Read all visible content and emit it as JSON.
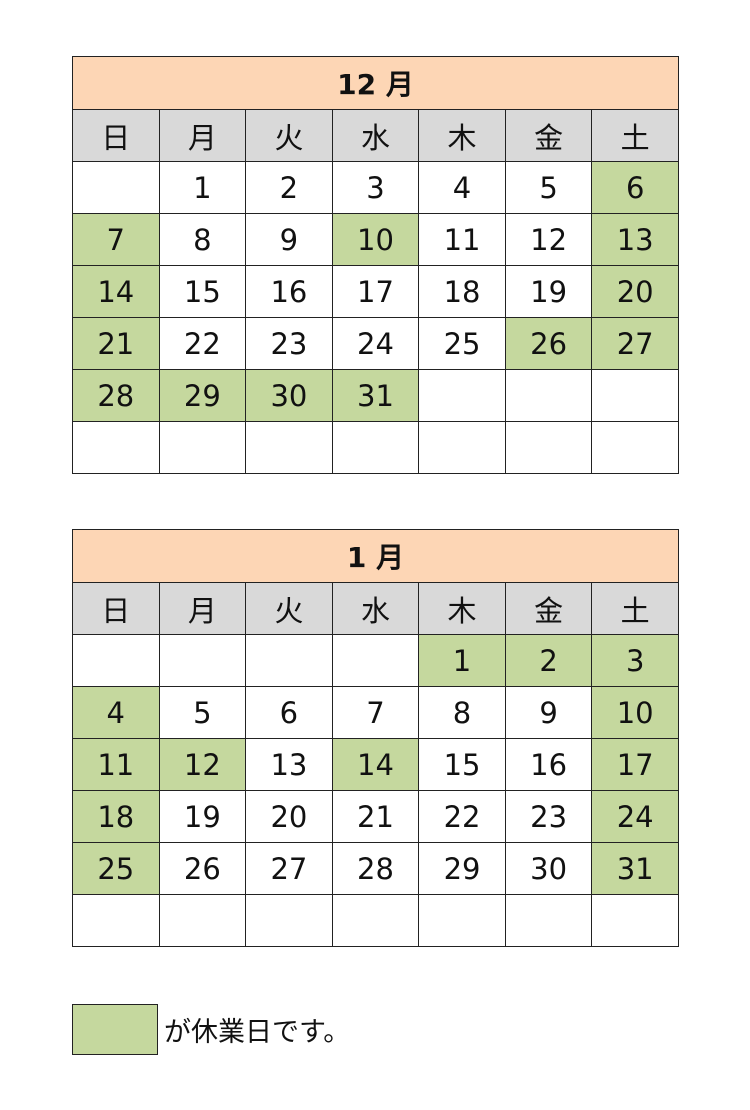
{
  "colors": {
    "header_bg": "#fdd6b5",
    "weekday_bg": "#d9d9d9",
    "holiday_bg": "#c5d89e",
    "cell_bg": "#ffffff",
    "border": "#222222"
  },
  "weekdays": [
    "日",
    "月",
    "火",
    "水",
    "木",
    "金",
    "土"
  ],
  "months": [
    {
      "title": "12 月",
      "weeks": [
        [
          {
            "d": ""
          },
          {
            "d": "1"
          },
          {
            "d": "2"
          },
          {
            "d": "3"
          },
          {
            "d": "4"
          },
          {
            "d": "5"
          },
          {
            "d": "6",
            "h": true
          }
        ],
        [
          {
            "d": "7",
            "h": true
          },
          {
            "d": "8"
          },
          {
            "d": "9"
          },
          {
            "d": "10",
            "h": true
          },
          {
            "d": "11"
          },
          {
            "d": "12"
          },
          {
            "d": "13",
            "h": true
          }
        ],
        [
          {
            "d": "14",
            "h": true
          },
          {
            "d": "15"
          },
          {
            "d": "16"
          },
          {
            "d": "17"
          },
          {
            "d": "18"
          },
          {
            "d": "19"
          },
          {
            "d": "20",
            "h": true
          }
        ],
        [
          {
            "d": "21",
            "h": true
          },
          {
            "d": "22"
          },
          {
            "d": "23"
          },
          {
            "d": "24"
          },
          {
            "d": "25"
          },
          {
            "d": "26",
            "h": true
          },
          {
            "d": "27",
            "h": true
          }
        ],
        [
          {
            "d": "28",
            "h": true
          },
          {
            "d": "29",
            "h": true
          },
          {
            "d": "30",
            "h": true
          },
          {
            "d": "31",
            "h": true
          },
          {
            "d": ""
          },
          {
            "d": ""
          },
          {
            "d": ""
          }
        ],
        [
          {
            "d": ""
          },
          {
            "d": ""
          },
          {
            "d": ""
          },
          {
            "d": ""
          },
          {
            "d": ""
          },
          {
            "d": ""
          },
          {
            "d": ""
          }
        ]
      ]
    },
    {
      "title": "1 月",
      "weeks": [
        [
          {
            "d": ""
          },
          {
            "d": ""
          },
          {
            "d": ""
          },
          {
            "d": ""
          },
          {
            "d": "1",
            "h": true
          },
          {
            "d": "2",
            "h": true
          },
          {
            "d": "3",
            "h": true
          }
        ],
        [
          {
            "d": "4",
            "h": true
          },
          {
            "d": "5"
          },
          {
            "d": "6"
          },
          {
            "d": "7"
          },
          {
            "d": "8"
          },
          {
            "d": "9"
          },
          {
            "d": "10",
            "h": true
          }
        ],
        [
          {
            "d": "11",
            "h": true
          },
          {
            "d": "12",
            "h": true
          },
          {
            "d": "13"
          },
          {
            "d": "14",
            "h": true
          },
          {
            "d": "15"
          },
          {
            "d": "16"
          },
          {
            "d": "17",
            "h": true
          }
        ],
        [
          {
            "d": "18",
            "h": true
          },
          {
            "d": "19"
          },
          {
            "d": "20"
          },
          {
            "d": "21"
          },
          {
            "d": "22"
          },
          {
            "d": "23"
          },
          {
            "d": "24",
            "h": true
          }
        ],
        [
          {
            "d": "25",
            "h": true
          },
          {
            "d": "26"
          },
          {
            "d": "27"
          },
          {
            "d": "28"
          },
          {
            "d": "29"
          },
          {
            "d": "30"
          },
          {
            "d": "31",
            "h": true
          }
        ],
        [
          {
            "d": ""
          },
          {
            "d": ""
          },
          {
            "d": ""
          },
          {
            "d": ""
          },
          {
            "d": ""
          },
          {
            "d": ""
          },
          {
            "d": ""
          }
        ]
      ]
    }
  ],
  "legend": {
    "text": "が休業日です。"
  }
}
